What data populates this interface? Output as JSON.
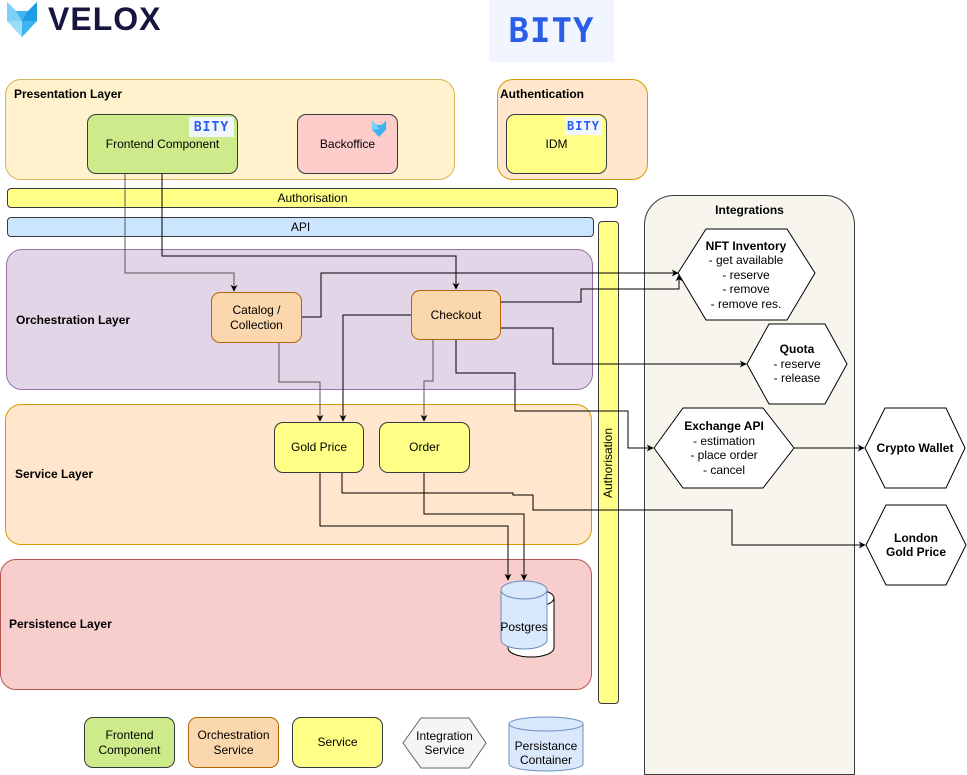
{
  "logos": {
    "velox": "VELOX",
    "bity": "BITY"
  },
  "layers": {
    "presentation": "Presentation Layer",
    "authentication": "Authentication",
    "orchestration": "Orchestration Layer",
    "service": "Service Layer",
    "persistence": "Persistence Layer",
    "integrations": "Integrations"
  },
  "bars": {
    "authorisation_top": "Authorisation",
    "api": "API",
    "authorisation_side": "Authorisation"
  },
  "components": {
    "frontend": "Frontend Component",
    "backoffice": "Backoffice",
    "idm": "IDM",
    "catalog_line1": "Catalog /",
    "catalog_line2": "Collection",
    "checkout": "Checkout",
    "gold_price": "Gold Price",
    "order": "Order",
    "postgres": "Postgres"
  },
  "integrations": {
    "nft": {
      "title": "NFT Inventory",
      "items": [
        "- get available",
        "- reserve",
        "- remove",
        "- remove res."
      ]
    },
    "quota": {
      "title": "Quota",
      "items": [
        "- reserve",
        "- release"
      ]
    },
    "exchange": {
      "title": "Exchange API",
      "items": [
        "- estimation",
        "- place order",
        "- cancel"
      ]
    },
    "crypto_wallet": {
      "title": "Crypto Wallet"
    },
    "london_gold": {
      "title_line1": "London",
      "title_line2": "Gold Price"
    }
  },
  "legend": {
    "frontend_line1": "Frontend",
    "frontend_line2": "Component",
    "orchestration_line1": "Orchestration",
    "orchestration_line2": "Service",
    "service": "Service",
    "integration_line1": "Integration",
    "integration_line2": "Service",
    "persistance_line1": "Persistance",
    "persistance_line2": "Container"
  },
  "colors": {
    "velox_text": "#16163f",
    "velox_icon": "#3db3f0",
    "bity_blue": "#2a5ee8",
    "frontend_fill": "#cdeb8b",
    "orchestration_fill": "#fad7ac",
    "service_fill": "#ffff88",
    "persistence_fill": "#dae8fc",
    "backoffice_fill": "#ffcccc"
  }
}
